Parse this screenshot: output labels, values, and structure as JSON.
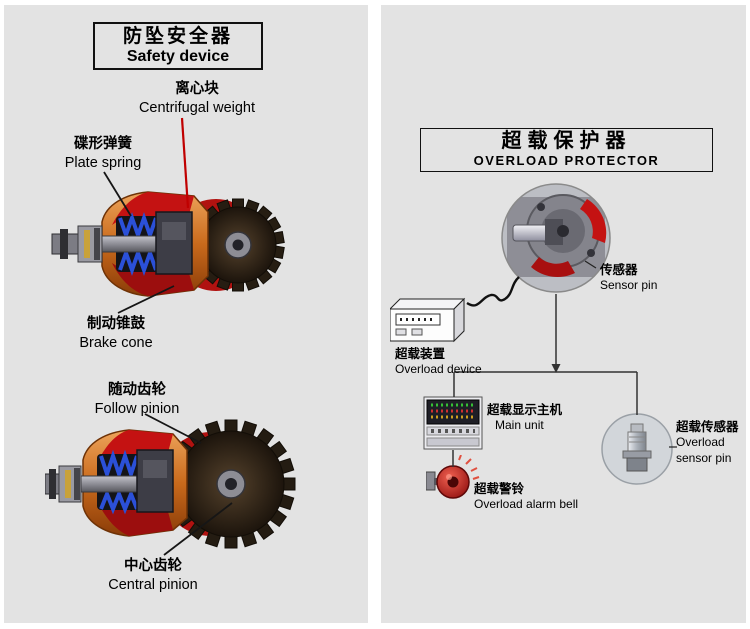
{
  "colors": {
    "panel_bg": "#e3e3e3",
    "accent_red": "#cc0000",
    "spring_blue": "#2b50d8",
    "housing_orange": "#c96a1c",
    "bell_red": "#c41212"
  },
  "safety_panel": {
    "title_cn": "防坠安全器",
    "title_en": "Safety device",
    "labels": {
      "centrifugal_weight": {
        "cn": "离心块",
        "en": "Centrifugal weight"
      },
      "plate_spring": {
        "cn": "碟形弹簧",
        "en": "Plate spring"
      },
      "brake_cone": {
        "cn": "制动锥鼓",
        "en": "Brake cone"
      },
      "follow_pinion": {
        "cn": "随动齿轮",
        "en": "Follow pinion"
      },
      "central_pinion": {
        "cn": "中心齿轮",
        "en": "Central pinion"
      }
    }
  },
  "overload_panel": {
    "title_cn": "超载保护器",
    "title_en": "OVERLOAD PROTECTOR",
    "labels": {
      "sensor_pin": {
        "cn": "传感器",
        "en": "Sensor pin"
      },
      "overload_device": {
        "cn": "超载装置",
        "en": "Overload device"
      },
      "main_unit": {
        "cn": "超载显示主机",
        "en": "Main unit"
      },
      "alarm_bell": {
        "cn": "超载警铃",
        "en": "Overload alarm bell"
      },
      "overload_sensor": {
        "cn": "超载传感器",
        "en1": "Overload",
        "en2": "sensor pin"
      }
    }
  }
}
